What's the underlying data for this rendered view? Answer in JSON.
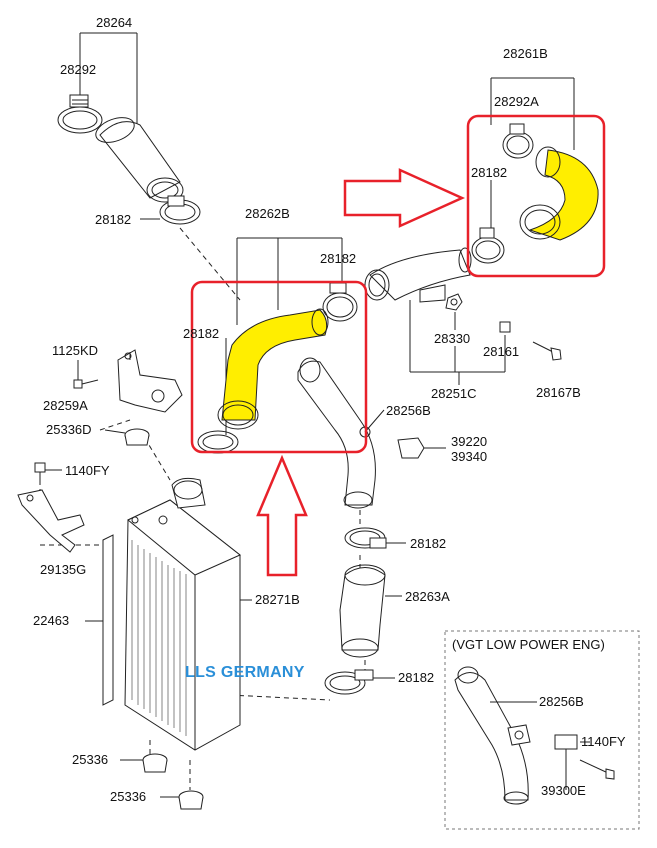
{
  "brand_text": "LLS GERMANY",
  "inset_title": "(VGT LOW POWER ENG)",
  "colors": {
    "highlight_box": "#e8212a",
    "highlight_fill": "#ffee00",
    "brand": "#2a8fd8",
    "line": "#222222"
  },
  "labels": {
    "p28264": "28264",
    "p28292": "28292",
    "p28182_a": "28182",
    "p28261B": "28261B",
    "p28292A": "28292A",
    "p28182_b": "28182",
    "p28262B": "28262B",
    "p28182_c": "28182",
    "p28182_d": "28182",
    "p1125KD": "1125KD",
    "p28259A": "28259A",
    "p25336D": "25336D",
    "p1140FY_a": "1140FY",
    "p29135G": "29135G",
    "p22463": "22463",
    "p28330": "28330",
    "p28161": "28161",
    "p28167B": "28167B",
    "p28251C": "28251C",
    "p28256B_a": "28256B",
    "p39220": "39220",
    "p39340": "39340",
    "p28182_e": "28182",
    "p28271B": "28271B",
    "p28263A": "28263A",
    "p28182_f": "28182",
    "p25336_a": "25336",
    "p25336_b": "25336",
    "p28256B_b": "28256B",
    "p1140FY_b": "1140FY",
    "p39300E": "39300E"
  }
}
